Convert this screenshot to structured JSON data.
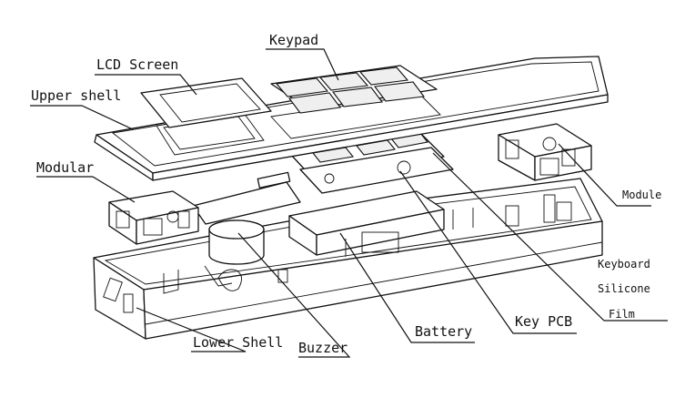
{
  "labels": {
    "keypad": "Keypad",
    "lcd_screen": "LCD Screen",
    "upper_shell": "Upper shell",
    "modular": "Modular",
    "module": "Module",
    "keyboard": "Keyboard",
    "silicone": "Silicone",
    "film": "Film",
    "battery": "Battery",
    "key_pcb": "Key PCB",
    "lower_shell": "Lower Shell",
    "buzzer": "Buzzer"
  }
}
